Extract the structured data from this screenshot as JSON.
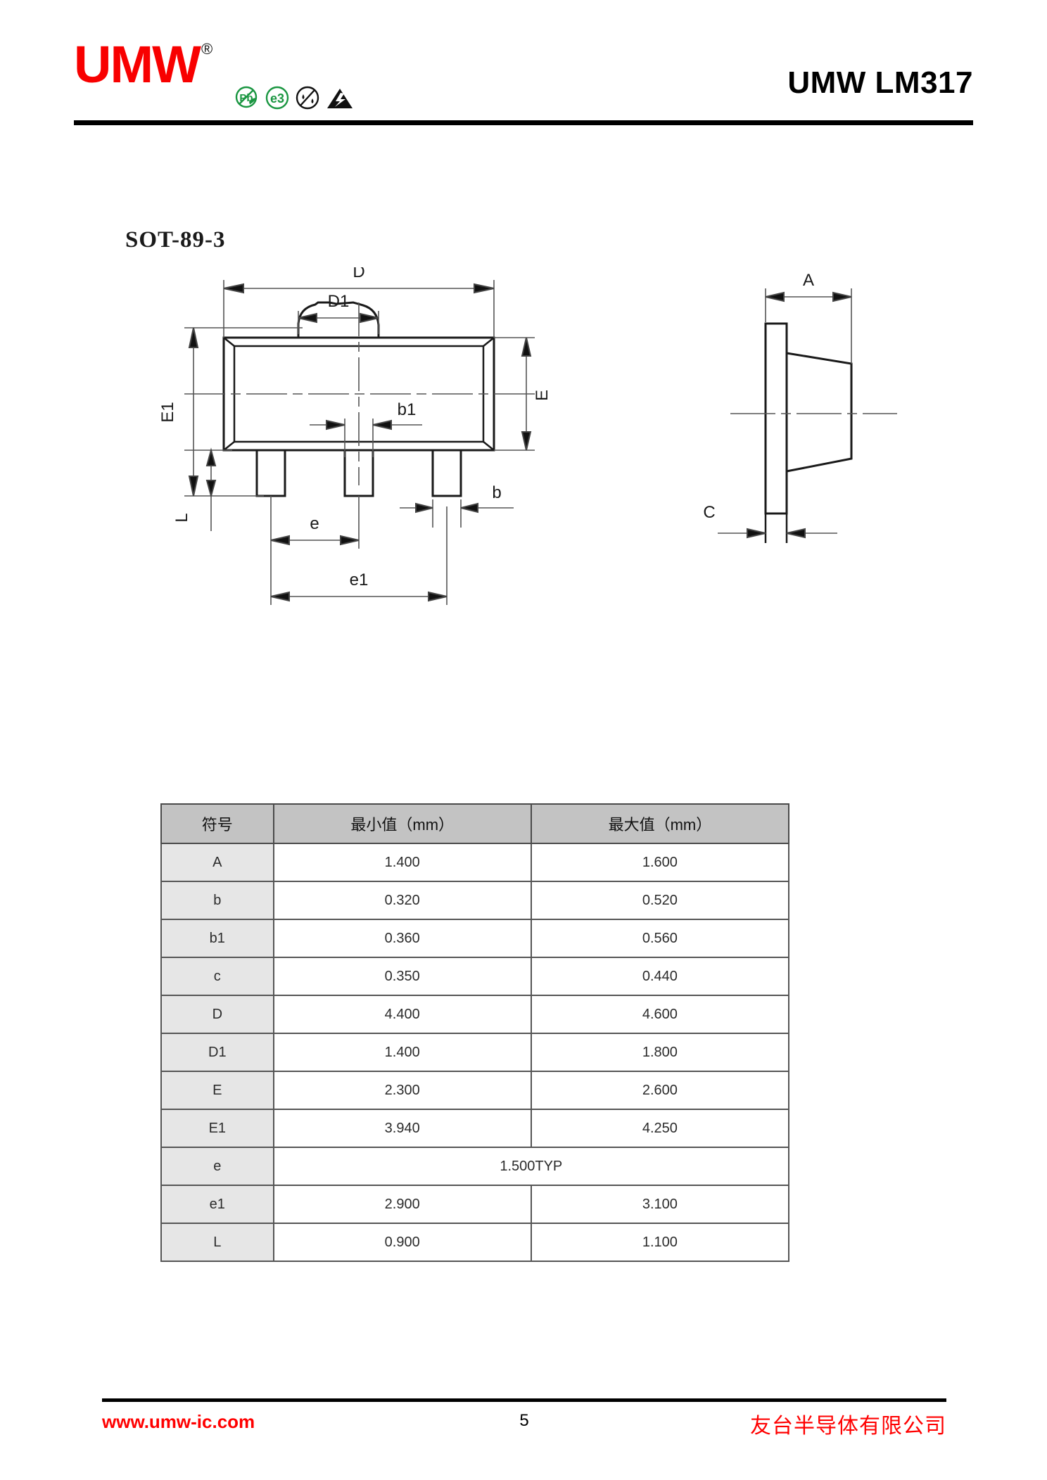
{
  "header": {
    "logo_text": "UMW",
    "registered_mark": "®",
    "title": "UMW LM317",
    "cert_icons": [
      {
        "name": "pb-free-icon",
        "label": "Pb"
      },
      {
        "name": "e3-icon",
        "label": "e3"
      },
      {
        "name": "moisture-sensitivity-icon",
        "label": ""
      },
      {
        "name": "esd-sensitive-icon",
        "label": ""
      }
    ]
  },
  "package": {
    "title": "SOT-89-3",
    "drawing_labels": {
      "D": "D",
      "D1": "D1",
      "E": "E",
      "E1": "E1",
      "b": "b",
      "b1": "b1",
      "e": "e",
      "e1": "e1",
      "L": "L",
      "A": "A",
      "C": "C"
    }
  },
  "table": {
    "headers": [
      "符号",
      "最小值（mm）",
      "最大值（mm）"
    ],
    "rows": [
      {
        "symbol": "A",
        "min": "1.400",
        "max": "1.600",
        "span": false
      },
      {
        "symbol": "b",
        "min": "0.320",
        "max": "0.520",
        "span": false
      },
      {
        "symbol": "b1",
        "min": "0.360",
        "max": "0.560",
        "span": false
      },
      {
        "symbol": "c",
        "min": "0.350",
        "max": "0.440",
        "span": false
      },
      {
        "symbol": "D",
        "min": "4.400",
        "max": "4.600",
        "span": false
      },
      {
        "symbol": "D1",
        "min": "1.400",
        "max": "1.800",
        "span": false
      },
      {
        "symbol": "E",
        "min": "2.300",
        "max": "2.600",
        "span": false
      },
      {
        "symbol": "E1",
        "min": "3.940",
        "max": "4.250",
        "span": false
      },
      {
        "symbol": "e",
        "min": "1.500TYP",
        "max": "",
        "span": true
      },
      {
        "symbol": "e1",
        "min": "2.900",
        "max": "3.100",
        "span": false
      },
      {
        "symbol": "L",
        "min": "0.900",
        "max": "1.100",
        "span": false
      }
    ]
  },
  "footer": {
    "website": "www.umw-ic.com",
    "page_number": "5",
    "company": "友台半导体有限公司"
  },
  "colors": {
    "brand_red": "#ff0000",
    "header_row": "#c3c3c3",
    "symbol_cell": "#e6e6e6",
    "cert_green": "#1a9641"
  }
}
